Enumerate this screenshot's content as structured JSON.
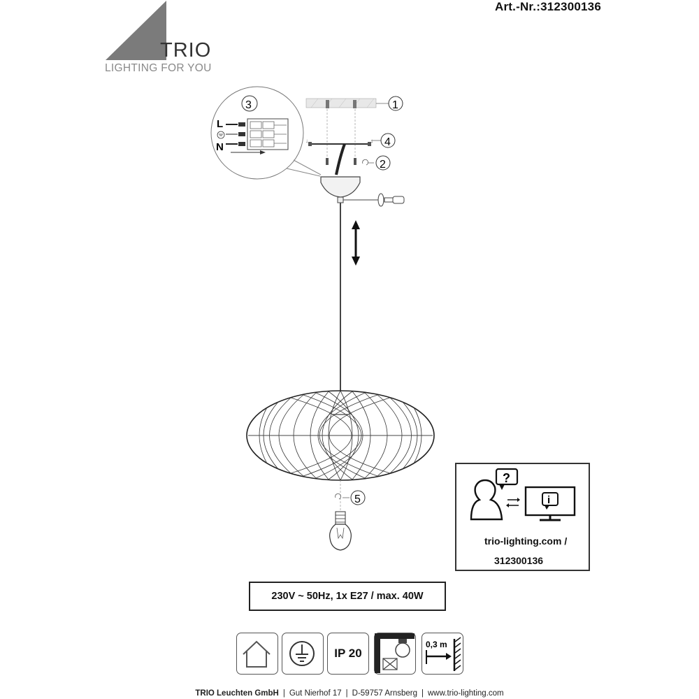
{
  "header": {
    "article_number": "Art.-Nr.:312300136",
    "brand": "TRIO",
    "tagline": "LIGHTING FOR YOU"
  },
  "wiring": {
    "live": "L",
    "neutral": "N"
  },
  "steps": [
    "1",
    "2",
    "3",
    "4",
    "5"
  ],
  "info": {
    "url_line1": "trio-lighting.com /",
    "url_line2": "312300136"
  },
  "spec": "230V ~ 50Hz, 1x E27 / max. 40W",
  "symbols": {
    "ip_rating": "IP 20",
    "distance": "0,3 m"
  },
  "footer": {
    "company": "TRIO Leuchten GmbH",
    "address": "Gut Nierhof 17",
    "city": "D-59757 Arnsberg",
    "website": "www.trio-lighting.com"
  },
  "icons": [
    "logo-triangle",
    "wiring-detail-zoom",
    "height-adjust-arrows",
    "pendant-shade",
    "light-bulb",
    "user-question-icon",
    "monitor-info-icon",
    "indoor-house-icon",
    "earth-ground-icon",
    "no-insulation-cover-icon",
    "distance-icon"
  ]
}
